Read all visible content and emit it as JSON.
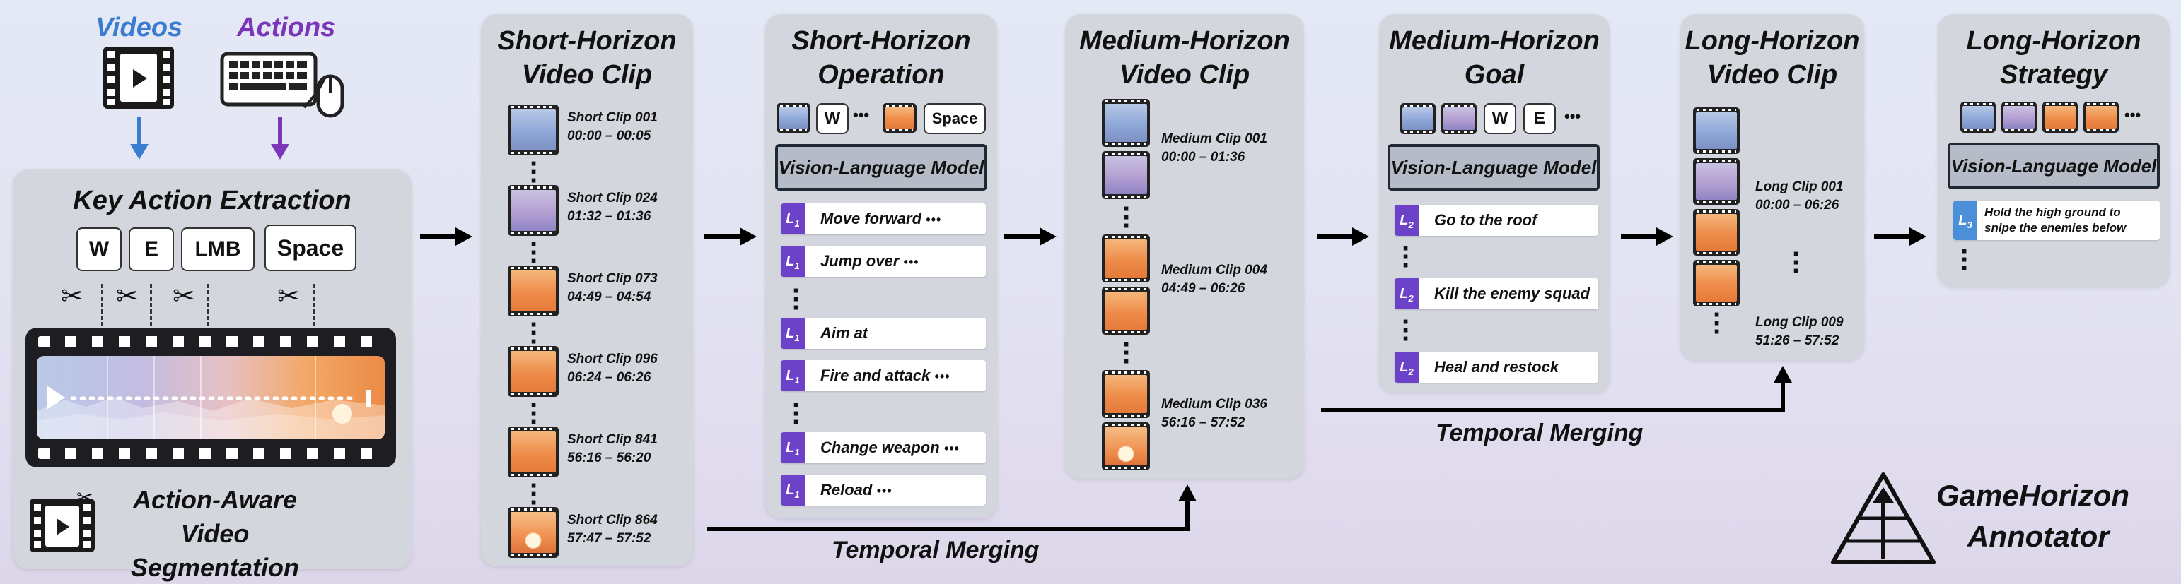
{
  "top": {
    "videos_label": "Videos",
    "actions_label": "Actions",
    "videos_color": "#3a7ccf",
    "actions_color": "#7a35b8"
  },
  "key_action": {
    "title": "Key Action Extraction",
    "keys": [
      "W",
      "E",
      "LMB",
      "Space"
    ],
    "segmentation_label_line1": "Action-Aware",
    "segmentation_label_line2": "Video Segmentation"
  },
  "short_clip": {
    "title_line1": "Short-Horizon",
    "title_line2": "Video Clip",
    "clips": [
      {
        "name": "Short Clip 001",
        "time": "00:00 – 00:05"
      },
      {
        "name": "Short Clip 024",
        "time": "01:32 – 01:36"
      },
      {
        "name": "Short Clip 073",
        "time": "04:49 – 04:54"
      },
      {
        "name": "Short Clip 096",
        "time": "06:24 – 06:26"
      },
      {
        "name": "Short Clip 841",
        "time": "56:16 – 56:20"
      },
      {
        "name": "Short Clip 864",
        "time": "57:47 – 57:52"
      }
    ]
  },
  "short_op": {
    "title_line1": "Short-Horizon",
    "title_line2": "Operation",
    "input_keys": [
      "W",
      "Space"
    ],
    "vlm_label": "Vision-Language Model",
    "badge": "L1",
    "ops": [
      "Move forward",
      "Jump over",
      "Aim at",
      "Fire and attack",
      "Change weapon",
      "Reload"
    ]
  },
  "medium_clip": {
    "title_line1": "Medium-Horizon",
    "title_line2": "Video Clip",
    "clips": [
      {
        "name": "Medium Clip 001",
        "time": "00:00 – 01:36"
      },
      {
        "name": "Medium Clip 004",
        "time": "04:49 – 06:26"
      },
      {
        "name": "Medium Clip 036",
        "time": "56:16 – 57:52"
      }
    ]
  },
  "medium_goal": {
    "title_line1": "Medium-Horizon",
    "title_line2": "Goal",
    "input_keys": [
      "W",
      "E"
    ],
    "vlm_label": "Vision-Language Model",
    "badge": "L2",
    "goals": [
      "Go to the roof",
      "Kill the enemy squad",
      "Heal and restock"
    ]
  },
  "long_clip": {
    "title_line1": "Long-Horizon",
    "title_line2": "Video Clip",
    "clips": [
      {
        "name": "Long Clip 001",
        "time": "00:00 – 06:26"
      },
      {
        "name": "Long Clip 009",
        "time": "51:26 – 57:52"
      }
    ]
  },
  "long_strategy": {
    "title_line1": "Long-Horizon",
    "title_line2": "Strategy",
    "vlm_label": "Vision-Language Model",
    "badge": "L3",
    "strategy_line1": "Hold the high ground to",
    "strategy_line2": "snipe the enemies below"
  },
  "merging": {
    "label_1": "Temporal Merging",
    "label_2": "Temporal Merging"
  },
  "brand": {
    "line1": "GameHorizon",
    "line2": "Annotator"
  },
  "ellipsis": "•••"
}
